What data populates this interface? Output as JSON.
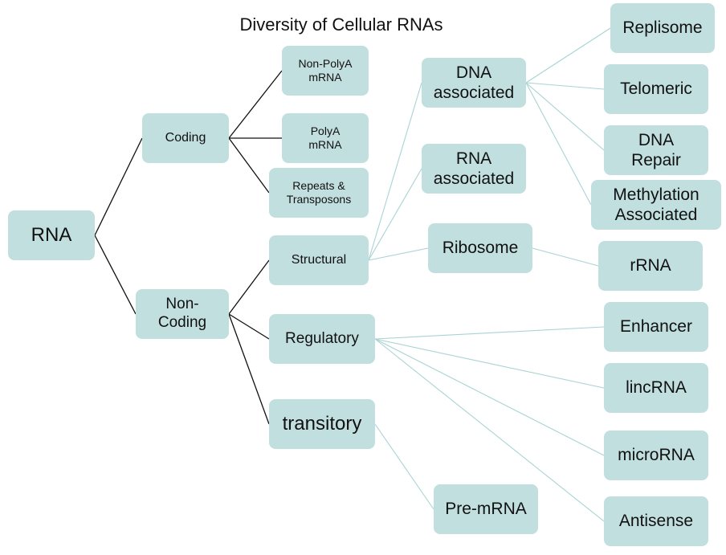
{
  "title": "Diversity of Cellular RNAs",
  "colors": {
    "node_fill": "#c2dfe0",
    "dark_edge": "#111111",
    "light_edge": "#a9d3d4"
  },
  "nodes": {
    "rna": "RNA",
    "coding": "Coding",
    "noncoding": "Non-\nCoding",
    "nonpolya": "Non-PolyA\nmRNA",
    "polya": "PolyA\nmRNA",
    "repeats": "Repeats &\nTransposons",
    "structural": "Structural",
    "regulatory": "Regulatory",
    "transitory": "transitory",
    "dna_associated": "DNA\nassociated",
    "rna_associated": "RNA\nassociated",
    "ribosome": "Ribosome",
    "premrna": "Pre-mRNA",
    "replisome": "Replisome",
    "telomeric": "Telomeric",
    "dna_repair": "DNA\nRepair",
    "methylation": "Methylation\nAssociated",
    "rrna": "rRNA",
    "enhancer": "Enhancer",
    "lincrna": "lincRNA",
    "microrna": "microRNA",
    "antisense": "Antisense"
  },
  "edges": [
    {
      "from": "n-rna",
      "to": "n-coding",
      "style": "dark"
    },
    {
      "from": "n-rna",
      "to": "n-noncoding",
      "style": "dark"
    },
    {
      "from": "n-coding",
      "to": "n-nonpolya",
      "style": "dark"
    },
    {
      "from": "n-coding",
      "to": "n-polya",
      "style": "dark"
    },
    {
      "from": "n-coding",
      "to": "n-repeats",
      "style": "dark"
    },
    {
      "from": "n-noncoding",
      "to": "n-structural",
      "style": "dark"
    },
    {
      "from": "n-noncoding",
      "to": "n-regulatory",
      "style": "dark"
    },
    {
      "from": "n-noncoding",
      "to": "n-transitory",
      "style": "dark"
    },
    {
      "from": "n-structural",
      "to": "n-dna",
      "style": "light"
    },
    {
      "from": "n-structural",
      "to": "n-rnaassoc",
      "style": "light"
    },
    {
      "from": "n-structural",
      "to": "n-ribosome",
      "style": "light"
    },
    {
      "from": "n-dna",
      "to": "n-replisome",
      "style": "light"
    },
    {
      "from": "n-dna",
      "to": "n-telomeric",
      "style": "light"
    },
    {
      "from": "n-dna",
      "to": "n-dnarepair",
      "style": "light"
    },
    {
      "from": "n-dna",
      "to": "n-methyl",
      "style": "light"
    },
    {
      "from": "n-ribosome",
      "to": "n-rrna",
      "style": "light"
    },
    {
      "from": "n-regulatory",
      "to": "n-enhancer",
      "style": "light"
    },
    {
      "from": "n-regulatory",
      "to": "n-lincrna",
      "style": "light"
    },
    {
      "from": "n-regulatory",
      "to": "n-microrna",
      "style": "light"
    },
    {
      "from": "n-regulatory",
      "to": "n-antisense",
      "style": "light"
    },
    {
      "from": "n-transitory",
      "to": "n-premrna",
      "style": "light"
    }
  ]
}
